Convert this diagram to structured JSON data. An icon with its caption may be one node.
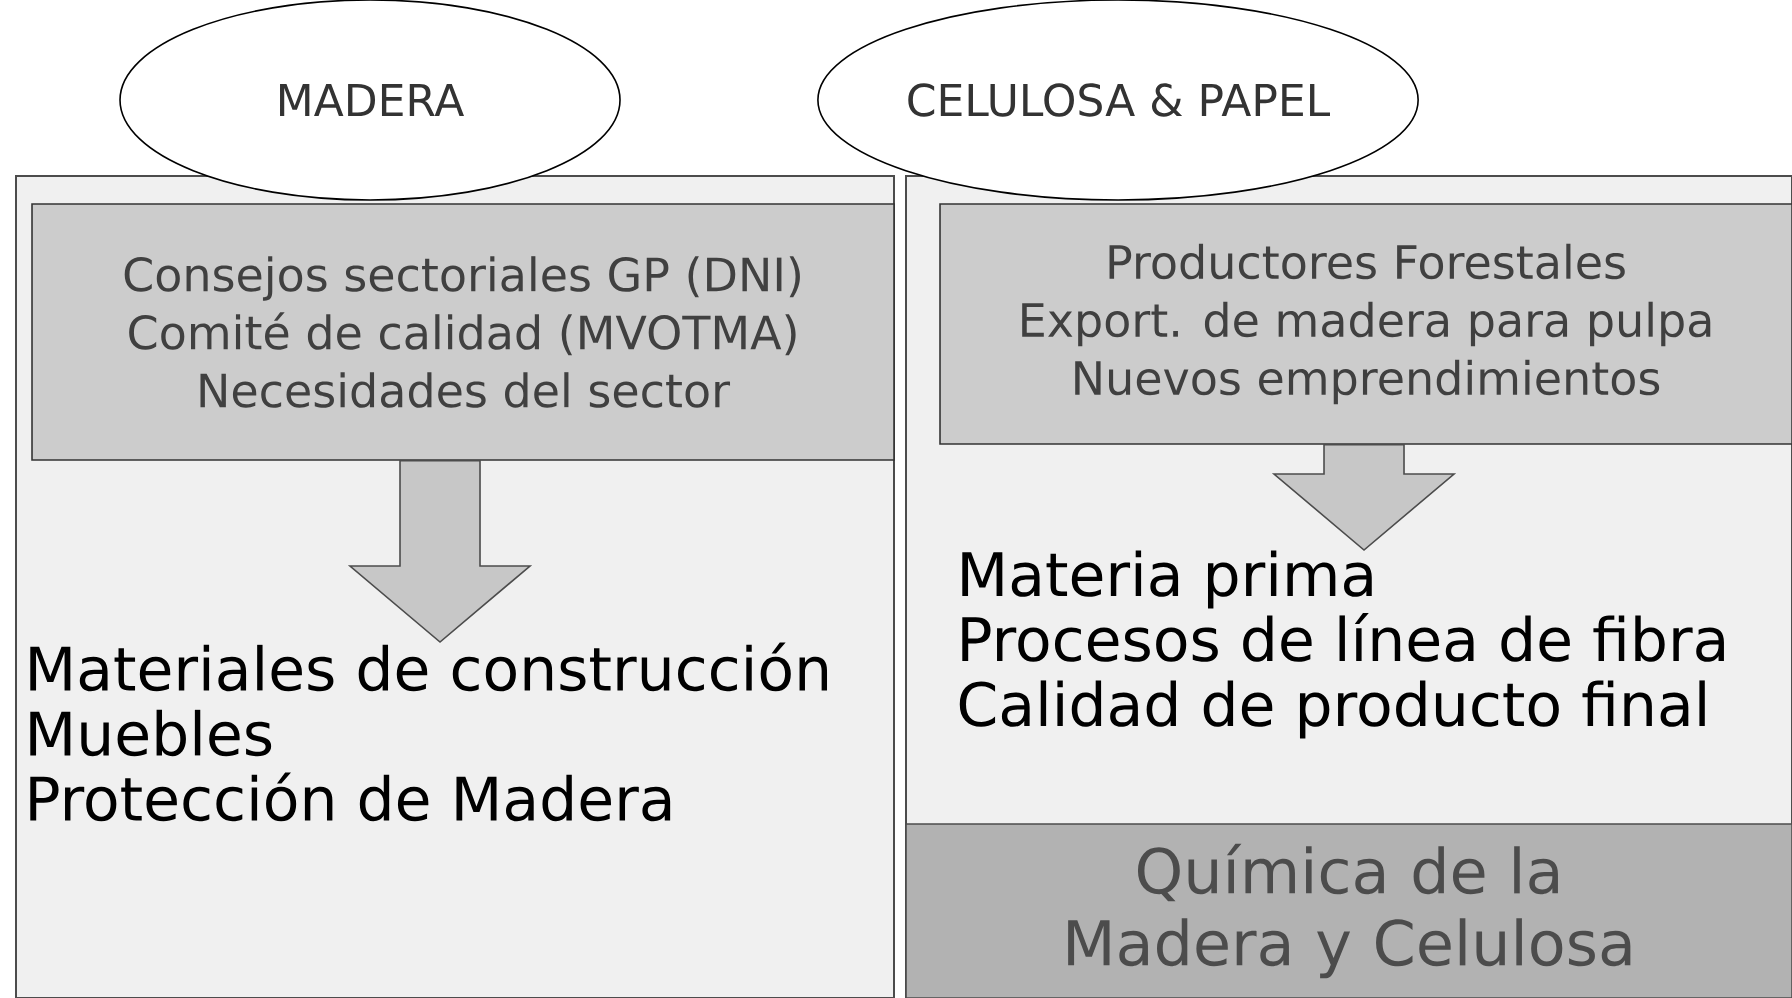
{
  "diagram": {
    "nodes": [
      {
        "text": [
          "MADERA"
        ]
      },
      {
        "text": [],
        "shape": "box"
      },
      {
        "text": [
          "Consejos sectoriales GP (DNI)",
          "Comité de calidad (MVOTMA)",
          "Necesidades del sector"
        ],
        "in": 1
      },
      {
        "text": [
          "Materiales de construcción",
          "Muebles",
          "Protección de Madera"
        ],
        "in": 1
      },
      {
        "text": [
          "CELULOSA & PAPEL"
        ]
      },
      {
        "text": [],
        "shape": "box"
      },
      {
        "text": [
          "Productores Forestales",
          "Export. de madera para pulpa",
          "Nuevos emprendimientos"
        ],
        "in": 5
      },
      {
        "text": [
          "Materia prima",
          "Procesos de línea de fibra",
          "Calidad de producto final"
        ],
        "in": 5
      },
      {
        "text": [
          "Química de la Madera y Celulosa"
        ],
        "in": 5
      }
    ],
    "edges": [
      {
        "from": 2,
        "to": 3,
        "arrow": "to"
      },
      {
        "from": 6,
        "to": 7,
        "arrow": "to"
      }
    ]
  }
}
